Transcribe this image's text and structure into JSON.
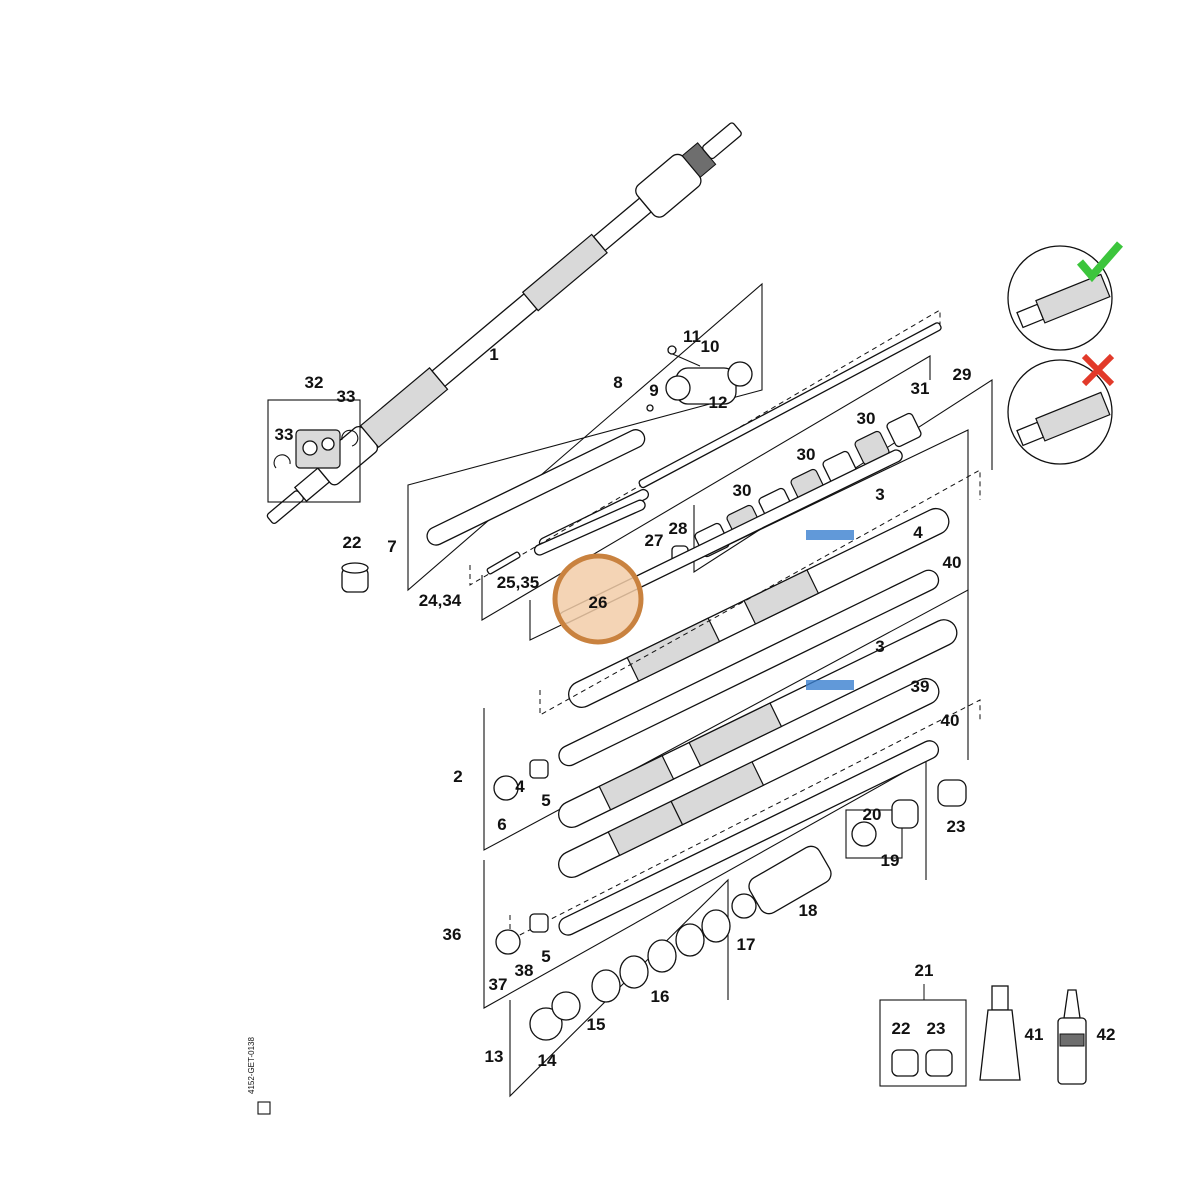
{
  "diagram": {
    "parts": [
      {
        "id": "p1",
        "label": "1"
      },
      {
        "id": "p2",
        "label": "2"
      },
      {
        "id": "p3a",
        "label": "3"
      },
      {
        "id": "p3b",
        "label": "3"
      },
      {
        "id": "p4a",
        "label": "4"
      },
      {
        "id": "p4b",
        "label": "4"
      },
      {
        "id": "p5a",
        "label": "5"
      },
      {
        "id": "p5b",
        "label": "5"
      },
      {
        "id": "p6",
        "label": "6"
      },
      {
        "id": "p7",
        "label": "7"
      },
      {
        "id": "p8",
        "label": "8"
      },
      {
        "id": "p9",
        "label": "9"
      },
      {
        "id": "p10",
        "label": "10"
      },
      {
        "id": "p11",
        "label": "11"
      },
      {
        "id": "p12",
        "label": "12"
      },
      {
        "id": "p13",
        "label": "13"
      },
      {
        "id": "p14",
        "label": "14"
      },
      {
        "id": "p15",
        "label": "15"
      },
      {
        "id": "p16",
        "label": "16"
      },
      {
        "id": "p17",
        "label": "17"
      },
      {
        "id": "p18",
        "label": "18"
      },
      {
        "id": "p19",
        "label": "19"
      },
      {
        "id": "p20",
        "label": "20"
      },
      {
        "id": "p21",
        "label": "21"
      },
      {
        "id": "p22a",
        "label": "22"
      },
      {
        "id": "p22b",
        "label": "22"
      },
      {
        "id": "p23a",
        "label": "23"
      },
      {
        "id": "p23b",
        "label": "23"
      },
      {
        "id": "p2434",
        "label": "24,34"
      },
      {
        "id": "p2535",
        "label": "25,35"
      },
      {
        "id": "p26",
        "label": "26"
      },
      {
        "id": "p27",
        "label": "27"
      },
      {
        "id": "p28",
        "label": "28"
      },
      {
        "id": "p29",
        "label": "29"
      },
      {
        "id": "p30a",
        "label": "30"
      },
      {
        "id": "p30b",
        "label": "30"
      },
      {
        "id": "p30c",
        "label": "30"
      },
      {
        "id": "p31",
        "label": "31"
      },
      {
        "id": "p32",
        "label": "32"
      },
      {
        "id": "p33a",
        "label": "33"
      },
      {
        "id": "p33b",
        "label": "33"
      },
      {
        "id": "p36",
        "label": "36"
      },
      {
        "id": "p37",
        "label": "37"
      },
      {
        "id": "p38",
        "label": "38"
      },
      {
        "id": "p39",
        "label": "39"
      },
      {
        "id": "p40a",
        "label": "40"
      },
      {
        "id": "p40b",
        "label": "40"
      },
      {
        "id": "p41",
        "label": "41"
      },
      {
        "id": "p42",
        "label": "42"
      }
    ],
    "highlight": {
      "label": "26",
      "color": "#c9823f",
      "fill": "#f2cda8"
    },
    "insets": {
      "correct_color": "#3cc53c",
      "wrong_color": "#e23a2a"
    },
    "vertical_code": "4152-GET-0138",
    "colors": {
      "line": "#111111",
      "part_fill": "#ffffff",
      "part_shade": "#d9d9d9",
      "sticker_blue": "#3a7fd0"
    }
  }
}
